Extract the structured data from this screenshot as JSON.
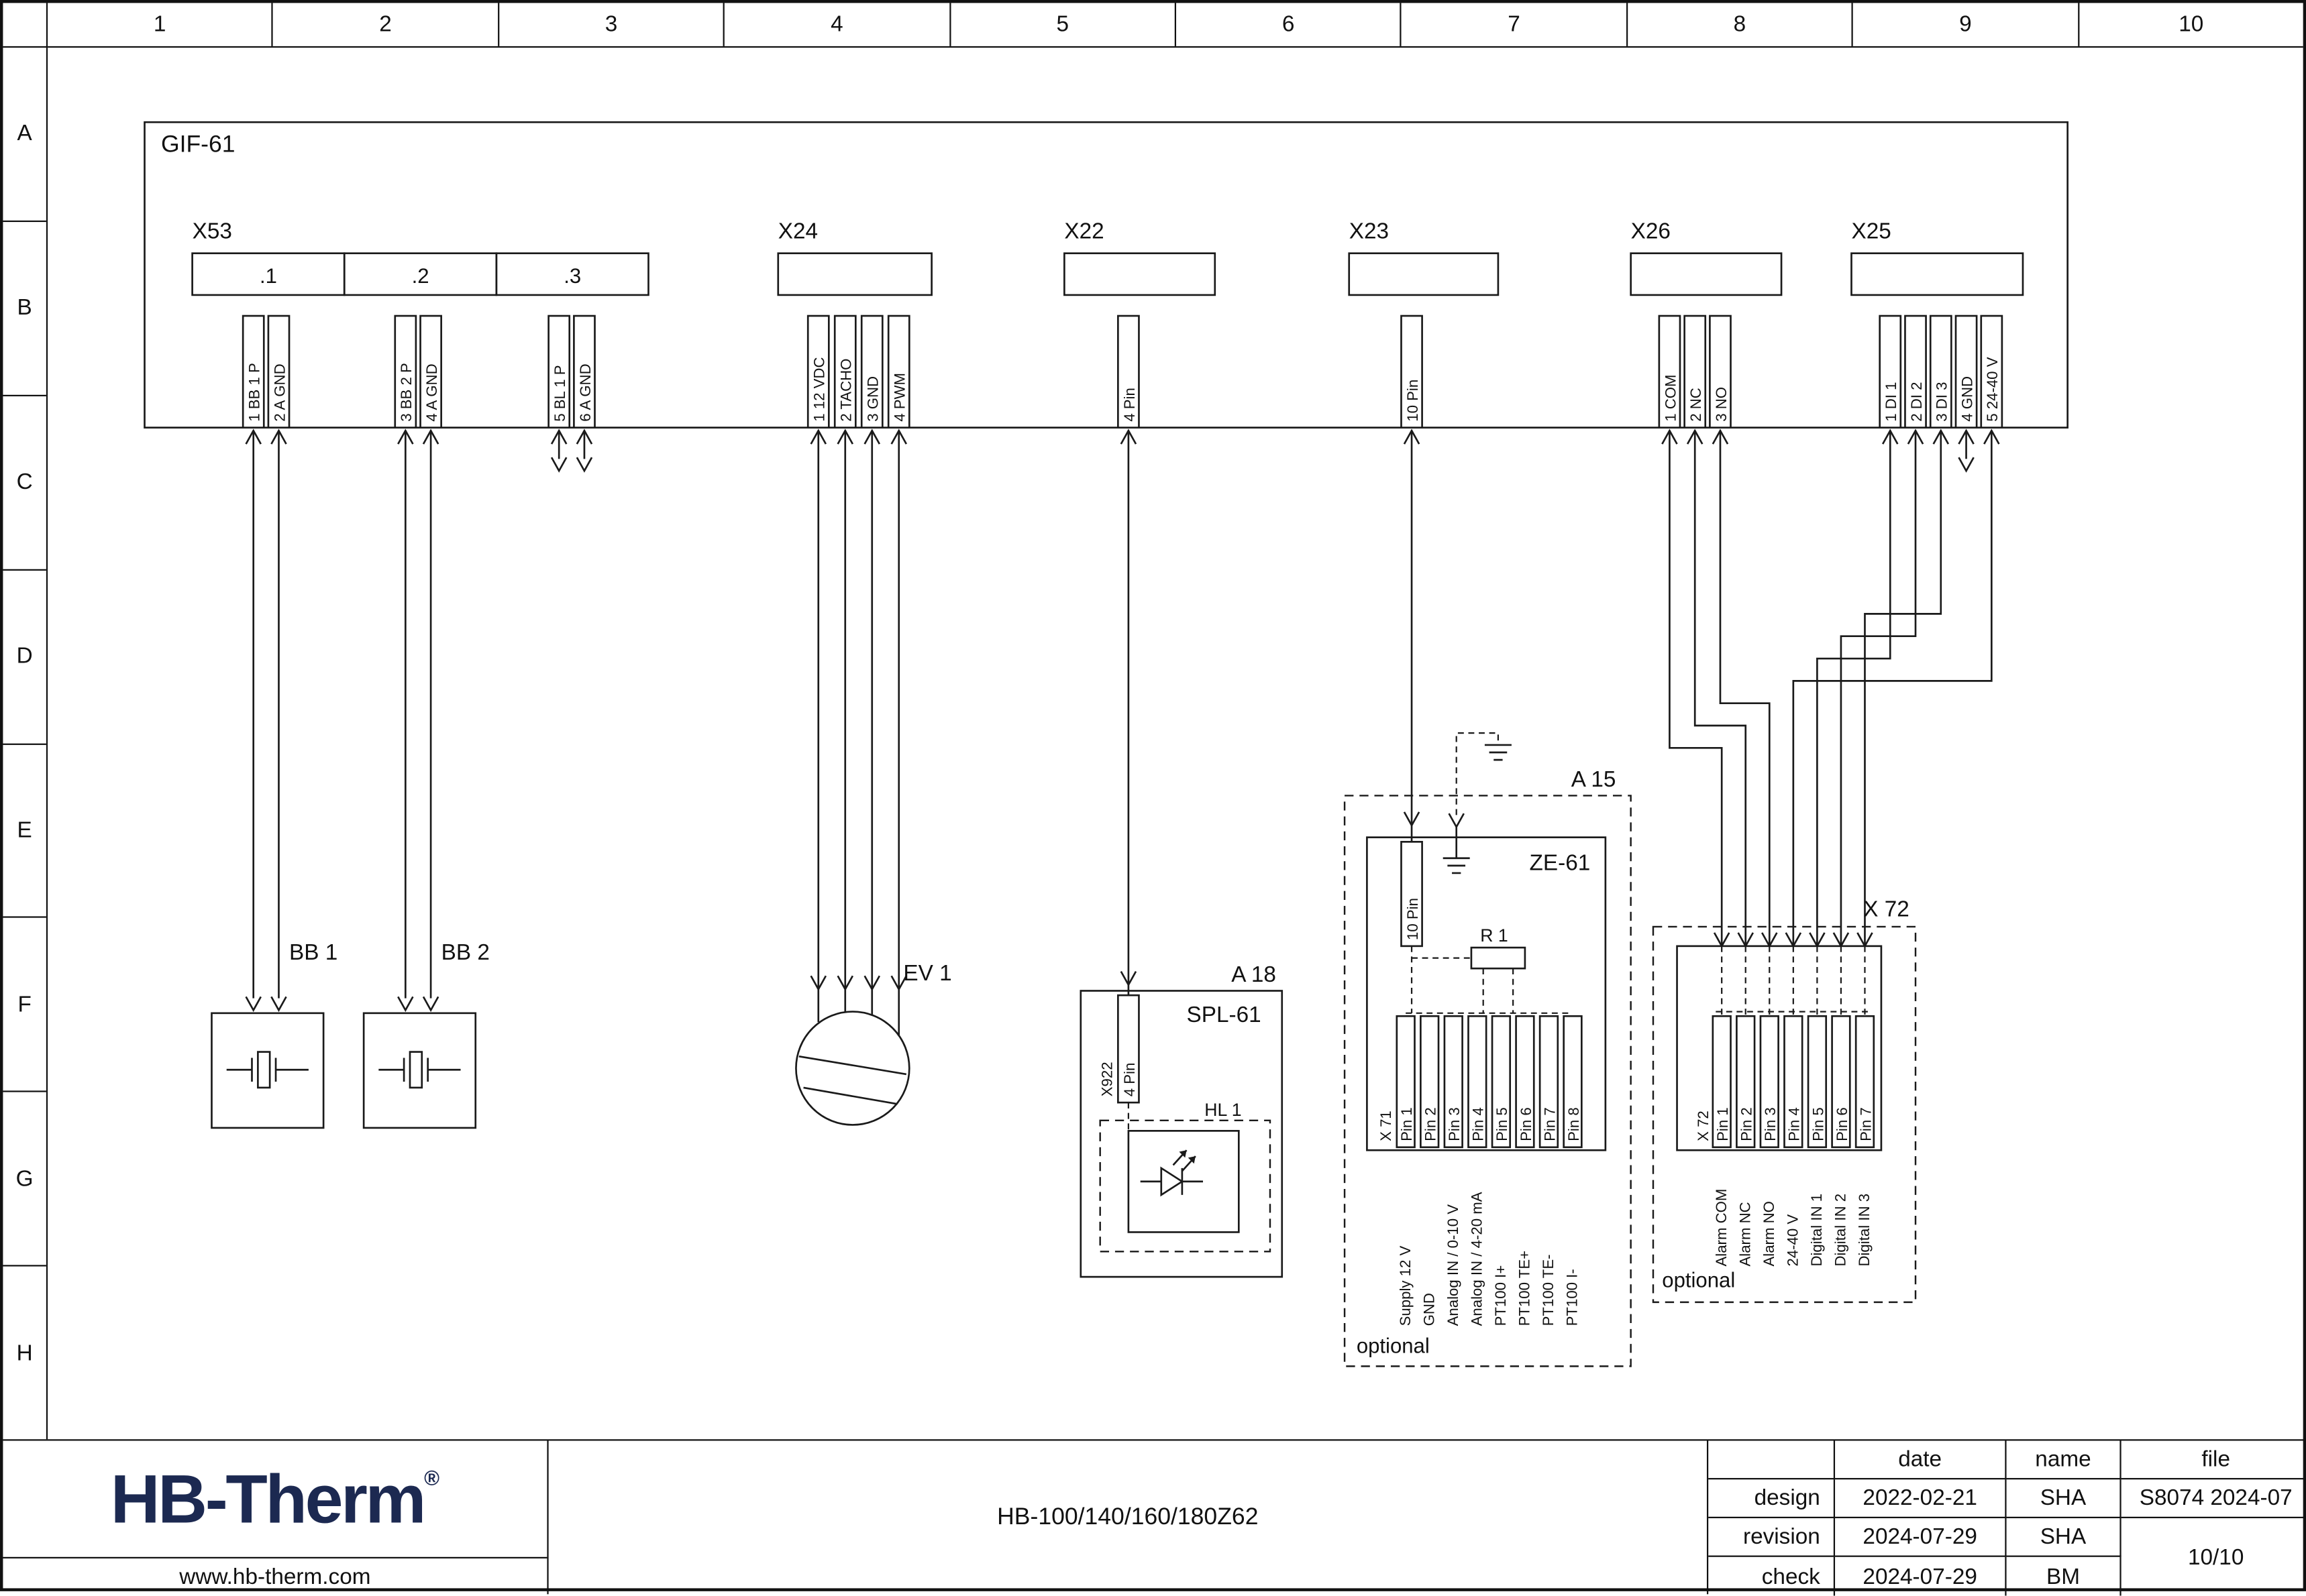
{
  "ruler": {
    "cols": [
      "1",
      "2",
      "3",
      "4",
      "5",
      "6",
      "7",
      "8",
      "9",
      "10"
    ],
    "rows": [
      "A",
      "B",
      "C",
      "D",
      "E",
      "F",
      "G",
      "H"
    ]
  },
  "gif": {
    "label": "GIF-61"
  },
  "x53": {
    "label": "X53",
    "sections": [
      {
        "label": ".1",
        "pins": [
          "1 BB 1 P",
          "2 A GND"
        ]
      },
      {
        "label": ".2",
        "pins": [
          "3 BB 2 P",
          "4 A GND"
        ]
      },
      {
        "label": ".3",
        "pins": [
          "5 BL 1 P",
          "6 A GND"
        ]
      }
    ]
  },
  "x24": {
    "label": "X24",
    "pins": [
      "1 12 VDC",
      "2 TACHO",
      "3 GND",
      "4 PWM"
    ]
  },
  "x22": {
    "label": "X22",
    "pins": [
      "4 Pin"
    ]
  },
  "x23": {
    "label": "X23",
    "pins": [
      "10 Pin"
    ]
  },
  "x26": {
    "label": "X26",
    "pins": [
      "1 COM",
      "2 NC",
      "3 NO"
    ]
  },
  "x25": {
    "label": "X25",
    "pins": [
      "1 DI 1",
      "2 DI 2",
      "3 DI 3",
      "4 GND",
      "5 24-40 V"
    ]
  },
  "bb1": {
    "label": "BB 1"
  },
  "bb2": {
    "label": "BB 2"
  },
  "ev1": {
    "label": "EV 1"
  },
  "a18": {
    "label": "A 18",
    "device": "SPL-61",
    "connector": "X922",
    "pin": "4 Pin",
    "lamp": "HL 1"
  },
  "a15": {
    "label": "A 15",
    "device": "ZE-61",
    "pin": "10 Pin",
    "resistor": "R 1",
    "connector": "X 71",
    "pins": [
      "Pin 1",
      "Pin 2",
      "Pin 3",
      "Pin 4",
      "Pin 5",
      "Pin 6",
      "Pin 7",
      "Pin 8"
    ],
    "signals": [
      "Supply 12 V",
      "GND",
      "Analog IN / 0-10 V",
      "Analog IN / 4-20 mA",
      "PT100 I+",
      "PT100 TE+",
      "PT100 TE-",
      "PT100 I-"
    ],
    "optional": "optional"
  },
  "x72": {
    "label": "X 72",
    "connector": "X 72",
    "pins": [
      "Pin 1",
      "Pin 2",
      "Pin 3",
      "Pin 4",
      "Pin 5",
      "Pin 6",
      "Pin 7"
    ],
    "signals": [
      "Alarm COM",
      "Alarm NC",
      "Alarm NO",
      "24-40 V",
      "Digital IN 1",
      "Digital IN 2",
      "Digital IN 3"
    ],
    "optional": "optional"
  },
  "titleblock": {
    "logo": "HB-Therm",
    "reg": "®",
    "url": "www.hb-therm.com",
    "title": "HB-100/140/160/180Z62",
    "headers": {
      "date": "date",
      "name": "name",
      "file": "file"
    },
    "rows": [
      {
        "label": "design",
        "date": "2022-02-21",
        "name": "SHA"
      },
      {
        "label": "revision",
        "date": "2024-07-29",
        "name": "SHA"
      },
      {
        "label": "check",
        "date": "2024-07-29",
        "name": "BM"
      }
    ],
    "file_id": "S8074 2024-07",
    "page": "10/10"
  }
}
